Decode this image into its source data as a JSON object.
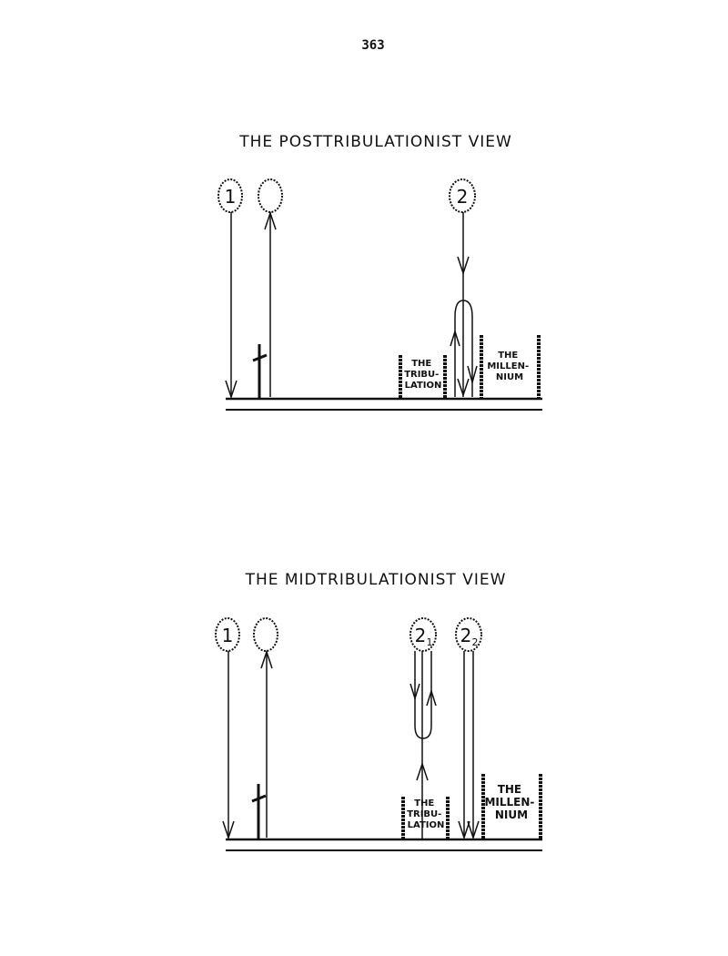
{
  "page_number": "363",
  "posttrib": {
    "title": "THE POSTTRIBULATIONIST VIEW",
    "coming_1_label": "1",
    "coming_2_label": "2",
    "tribulation_label": [
      "THE",
      "TRIBU-",
      "LATION"
    ],
    "millennium_label": [
      "THE",
      "MILLEN-",
      "NIUM"
    ]
  },
  "midtrib": {
    "title": "THE MIDTRIBULATIONIST VIEW",
    "coming_1_label": "1",
    "coming_2a_label": "2",
    "coming_2a_sub": "1",
    "coming_2b_label": "2",
    "coming_2b_sub": "2",
    "tribulation_label": [
      "THE",
      "TRIBU-",
      "LATION"
    ],
    "millennium_label": [
      "THE",
      "MILLEN-",
      "NIUM"
    ]
  }
}
